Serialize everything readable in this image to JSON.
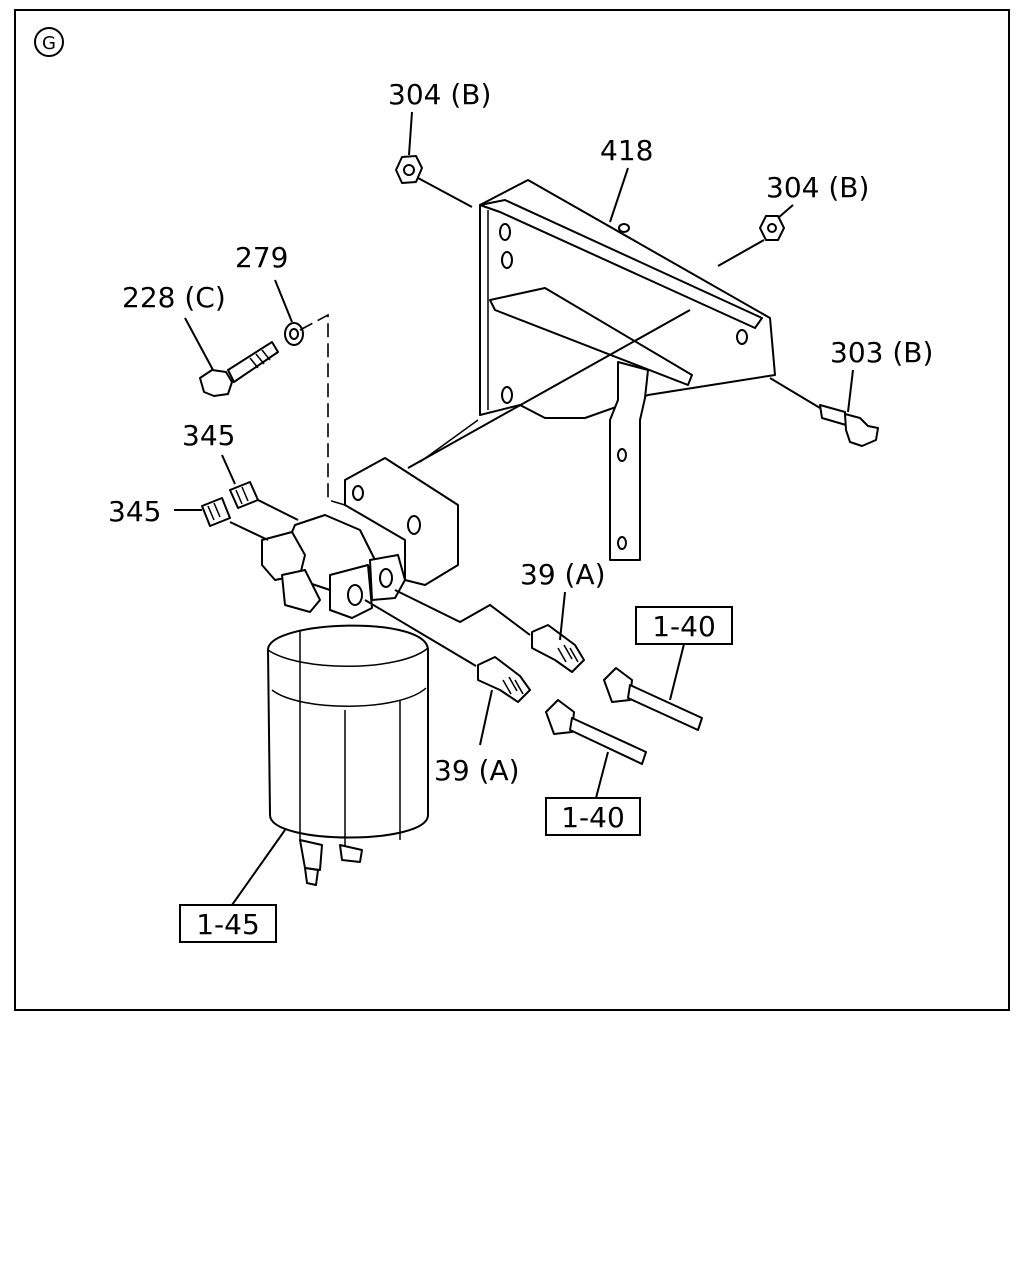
{
  "section_marker": "G",
  "labels": {
    "nut_top": "304 (B)",
    "bracket": "418",
    "nut_right": "304 (B)",
    "bolt_right": "303 (B)",
    "washer": "279",
    "bolt_left": "228 (C)",
    "plug_upper": "345",
    "plug_lower": "345",
    "fitting_upper": "39 (A)",
    "fitting_lower": "39 (A)",
    "ref_pipe_upper": "1-40",
    "ref_pipe_lower": "1-40",
    "ref_filter": "1-45"
  }
}
